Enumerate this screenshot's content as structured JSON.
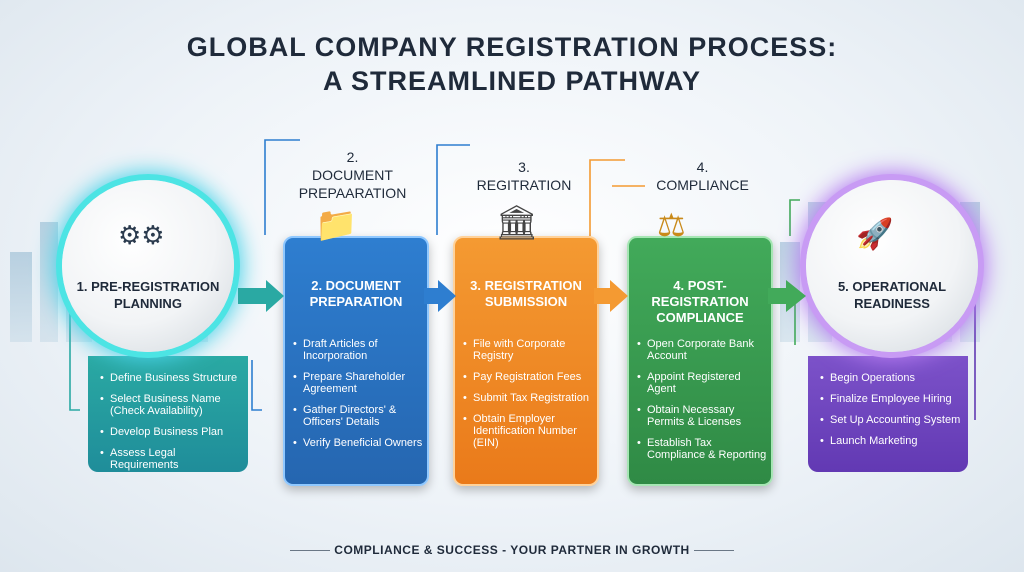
{
  "title": {
    "line1": "GLOBAL COMPANY REGISTRATION PROCESS:",
    "line2": "A STREAMLINED PATHWAY"
  },
  "step_labels": [
    {
      "line1": "2.",
      "line2": "DOCUMENT",
      "line3": "PREPAARATION"
    },
    {
      "line1": "3.",
      "line2": "REGITRATION"
    },
    {
      "line1": "4.",
      "line2": "COMPLIANCE"
    }
  ],
  "steps": [
    {
      "head1": "1. PRE-REGISTRATION",
      "head2": "PLANNING",
      "items": [
        "Define Business Structure",
        "Select Business Name (Check Availability)",
        "Develop Business Plan",
        "Assess Legal Requirements"
      ]
    },
    {
      "head1": "2. DOCUMENT",
      "head2": "PREPARATION",
      "items": [
        "Draft Articles of Incorporation",
        "Prepare Shareholder Agreement",
        "Gather Directors' & Officers' Details",
        "Verify Beneficial Owners"
      ]
    },
    {
      "head1": "3. REGISTRATION",
      "head2": "SUBMISSION",
      "items": [
        "File with Corporate Registry",
        "Pay Registration Fees",
        "Submit Tax Registration",
        "Obtain Employer Identification Number (EIN)"
      ]
    },
    {
      "head1": "4. POST-REGISTRATION",
      "head2": "COMPLIANCE",
      "items": [
        "Open Corporate Bank Account",
        "Appoint Registered Agent",
        "Obtain Necessary Permits & Licenses",
        "Establish Tax Compliance & Reporting"
      ]
    },
    {
      "head1": "5. OPERATIONAL",
      "head2": "READINESS",
      "items": [
        "Begin Operations",
        "Finalize Employee Hiring",
        "Set Up Accounting System",
        "Launch Marketing"
      ]
    }
  ],
  "footer": "COMPLIANCE & SUCCESS - YOUR PARTNER IN GROWTH",
  "colors": {
    "teal": "#2aa9a3",
    "blue": "#2566b0",
    "orange": "#ea7a1a",
    "green": "#2f8a45",
    "purple": "#6239b3"
  },
  "icons": [
    "gears-compass-icon",
    "folder-document-pen-icon",
    "bank-arrows-icon",
    "scales-calendar-check-icon",
    "rocket-team-icon"
  ]
}
